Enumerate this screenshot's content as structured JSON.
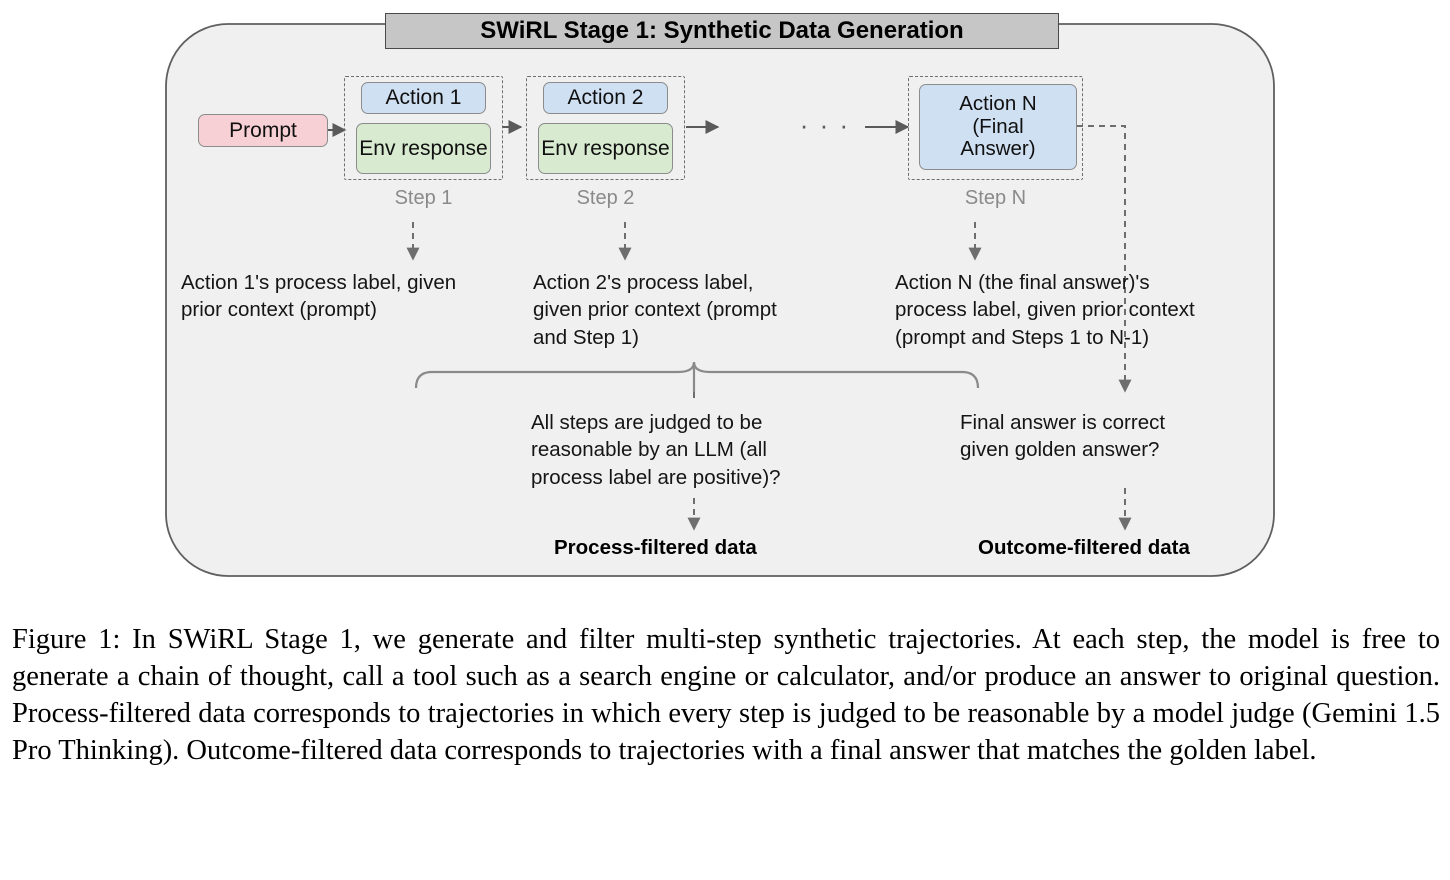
{
  "figure": {
    "banner_title": "SWiRL Stage 1: Synthetic Data Generation",
    "nodes": {
      "prompt": "Prompt",
      "action1": "Action 1",
      "env1": "Env\nresponse",
      "action2": "Action 2",
      "env2": "Env\nresponse",
      "ellipsis": "· · ·",
      "actionN": "Action N\n(Final\nAnswer)"
    },
    "step_labels": {
      "step1": "Step 1",
      "step2": "Step 2",
      "stepN": "Step N"
    },
    "process_labels": {
      "label1": "Action 1's process label, given\nprior context (prompt)",
      "label2": "Action 2's process label,\ngiven prior context (prompt\nand Step 1)",
      "labelN": "Action N (the final answer)'s\nprocess label, given prior context\n(prompt and Steps 1 to N-1)"
    },
    "questions": {
      "process": "All steps are judged to be\nreasonable by an LLM (all\nprocess label are positive)?",
      "outcome": "Final answer is correct\ngiven golden answer?"
    },
    "outputs": {
      "process_filtered": "Process-filtered data",
      "outcome_filtered": "Outcome-filtered data"
    }
  },
  "caption": {
    "text": "Figure 1: In SWiRL Stage 1, we generate and filter multi-step synthetic trajectories. At each step, the model is free to generate a chain of thought, call a tool such as a search engine or calculator, and/or produce an answer to original question. Process-filtered data corresponds to trajectories in which every step is judged to be reasonable by a model judge (Gemini 1.5 Pro Thinking). Outcome-filtered data corresponds to trajectories with a final answer that matches the golden label."
  },
  "colors": {
    "panel_bg": "#f0f0f0",
    "panel_border": "#5f5f5f",
    "banner_bg": "#c6c6c6",
    "prompt_fill": "#f6d0d4",
    "action_fill": "#cfe0f2",
    "env_fill": "#d8ead0",
    "node_border": "#8c8c8c",
    "dashed_stroke": "#6e6e6e",
    "arrow_stroke": "#5a5a5a",
    "step_label": "#8a8a8a",
    "text": "#151515"
  }
}
